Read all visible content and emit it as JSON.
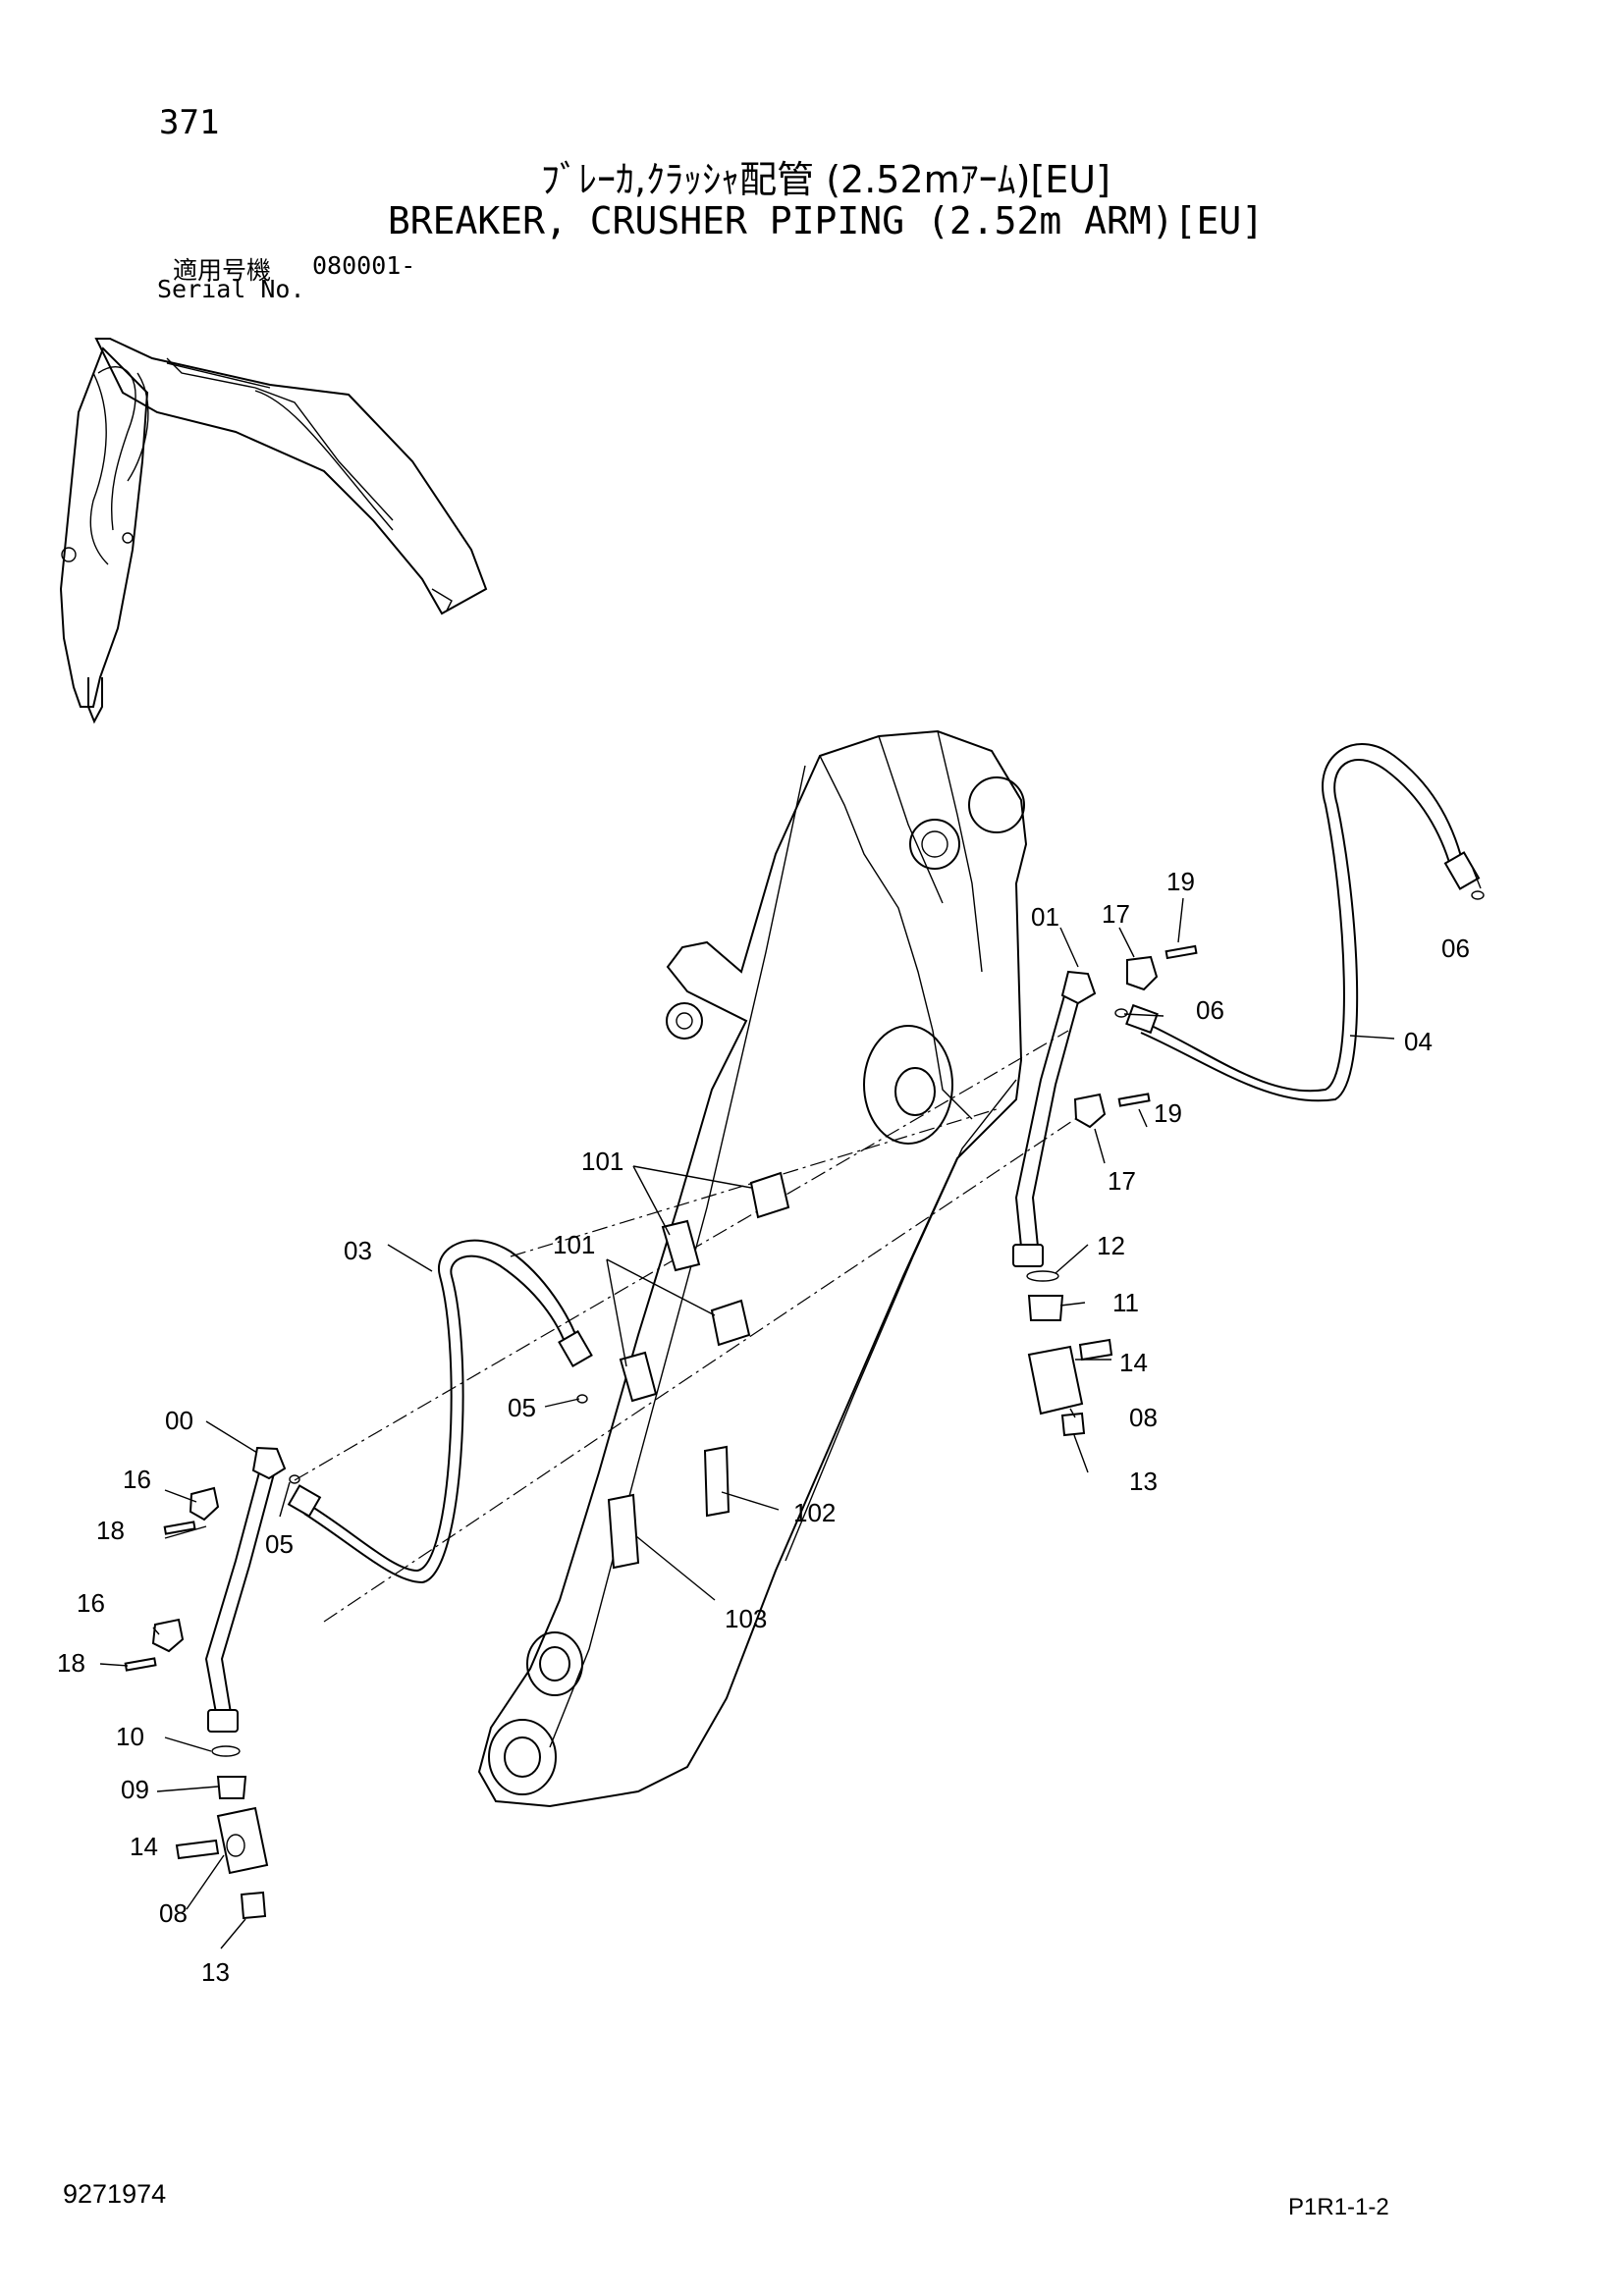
{
  "header": {
    "page_number": "371",
    "title_jp": "ﾌﾞﾚｰｶ,ｸﾗｯｼｬ配管 (2.52mｱｰﾑ)[EU]",
    "title_en": "BREAKER, CRUSHER PIPING (2.52m ARM)[EU]",
    "serial_label_jp": "適用号機",
    "serial_value": "080001-",
    "serial_label_en": "Serial No."
  },
  "callouts": [
    {
      "id": "c-01",
      "label": "01"
    },
    {
      "id": "c-17a",
      "label": "17"
    },
    {
      "id": "c-19a",
      "label": "19"
    },
    {
      "id": "c-06a",
      "label": "06"
    },
    {
      "id": "c-06b",
      "label": "06"
    },
    {
      "id": "c-04",
      "label": "04"
    },
    {
      "id": "c-19b",
      "label": "19"
    },
    {
      "id": "c-17b",
      "label": "17"
    },
    {
      "id": "c-101a",
      "label": "101"
    },
    {
      "id": "c-101b",
      "label": "101"
    },
    {
      "id": "c-03",
      "label": "03"
    },
    {
      "id": "c-12",
      "label": "12"
    },
    {
      "id": "c-11",
      "label": "11"
    },
    {
      "id": "c-14a",
      "label": "14"
    },
    {
      "id": "c-08a",
      "label": "08"
    },
    {
      "id": "c-13a",
      "label": "13"
    },
    {
      "id": "c-05a",
      "label": "05"
    },
    {
      "id": "c-00",
      "label": "00"
    },
    {
      "id": "c-16a",
      "label": "16"
    },
    {
      "id": "c-18a",
      "label": "18"
    },
    {
      "id": "c-05b",
      "label": "05"
    },
    {
      "id": "c-102",
      "label": "102"
    },
    {
      "id": "c-103",
      "label": "103"
    },
    {
      "id": "c-16b",
      "label": "16"
    },
    {
      "id": "c-18b",
      "label": "18"
    },
    {
      "id": "c-10",
      "label": "10"
    },
    {
      "id": "c-09",
      "label": "09"
    },
    {
      "id": "c-14b",
      "label": "14"
    },
    {
      "id": "c-08b",
      "label": "08"
    },
    {
      "id": "c-13b",
      "label": "13"
    }
  ],
  "footer": {
    "doc_number": "9271974",
    "page_code": "P1R1-1-2"
  }
}
